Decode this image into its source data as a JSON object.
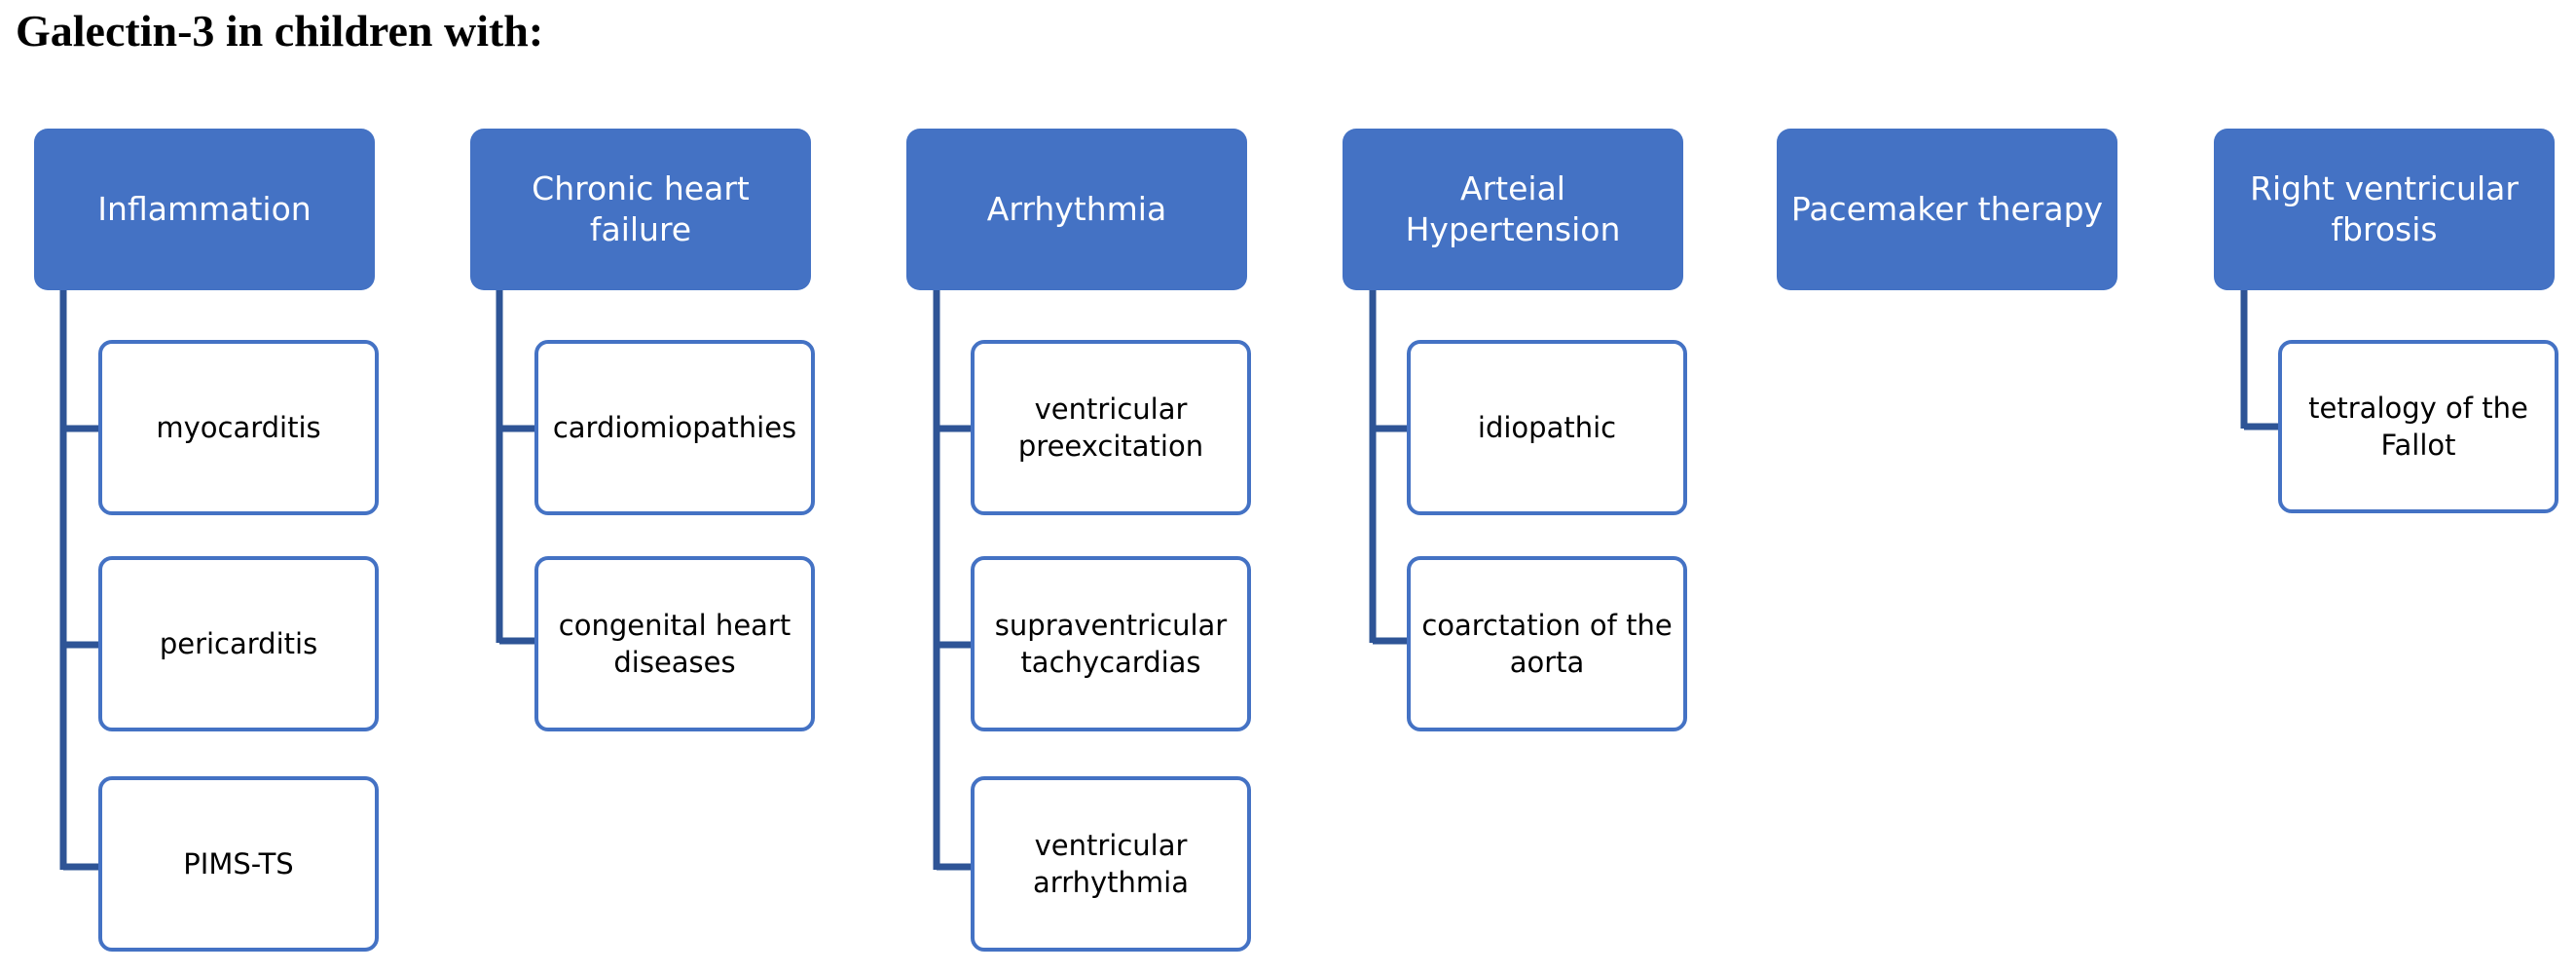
{
  "title": "Galectin-3 in children with:",
  "colors": {
    "header_fill": "#4472C4",
    "header_text": "#FFFFFF",
    "child_border": "#4472C4",
    "child_fill": "#FFFFFF",
    "child_text": "#000000",
    "connector": "#2E5496",
    "background": "#FFFFFF"
  },
  "diagram": {
    "type": "org-chart",
    "orientation": "top-down-with-left-spine",
    "columns": [
      {
        "id": "inflammation",
        "header": "Inflammation",
        "children": [
          {
            "id": "myocarditis",
            "label": "myocarditis"
          },
          {
            "id": "pericarditis",
            "label": "pericarditis"
          },
          {
            "id": "pims-ts",
            "label": "PIMS-TS"
          }
        ]
      },
      {
        "id": "chronic-heart-failure",
        "header": "Chronic heart failure",
        "children": [
          {
            "id": "cardiomiopathies",
            "label": "cardiomiopathies"
          },
          {
            "id": "congenital-heart-diseases",
            "label": "congenital heart diseases"
          }
        ]
      },
      {
        "id": "arrhythmia",
        "header": "Arrhythmia",
        "children": [
          {
            "id": "ventricular-preexcitation",
            "label": "ventricular preexcitation"
          },
          {
            "id": "supraventricular-tachycardias",
            "label": "supraventricular tachycardias"
          },
          {
            "id": "ventricular-arrhythmia",
            "label": "ventricular arrhythmia"
          }
        ]
      },
      {
        "id": "arteial-hypertension",
        "header": "Arteial Hypertension",
        "children": [
          {
            "id": "idiopathic",
            "label": "idiopathic"
          },
          {
            "id": "coarctation-of-the-aorta",
            "label": "coarctation of the aorta"
          }
        ]
      },
      {
        "id": "pacemaker-therapy",
        "header": "Pacemaker therapy",
        "children": []
      },
      {
        "id": "right-ventricular-fibrosis",
        "header": "Right ventricular fbrosis",
        "children": [
          {
            "id": "tetralogy-of-the-fallot",
            "label": "tetralogy of the Fallot"
          }
        ]
      }
    ]
  }
}
